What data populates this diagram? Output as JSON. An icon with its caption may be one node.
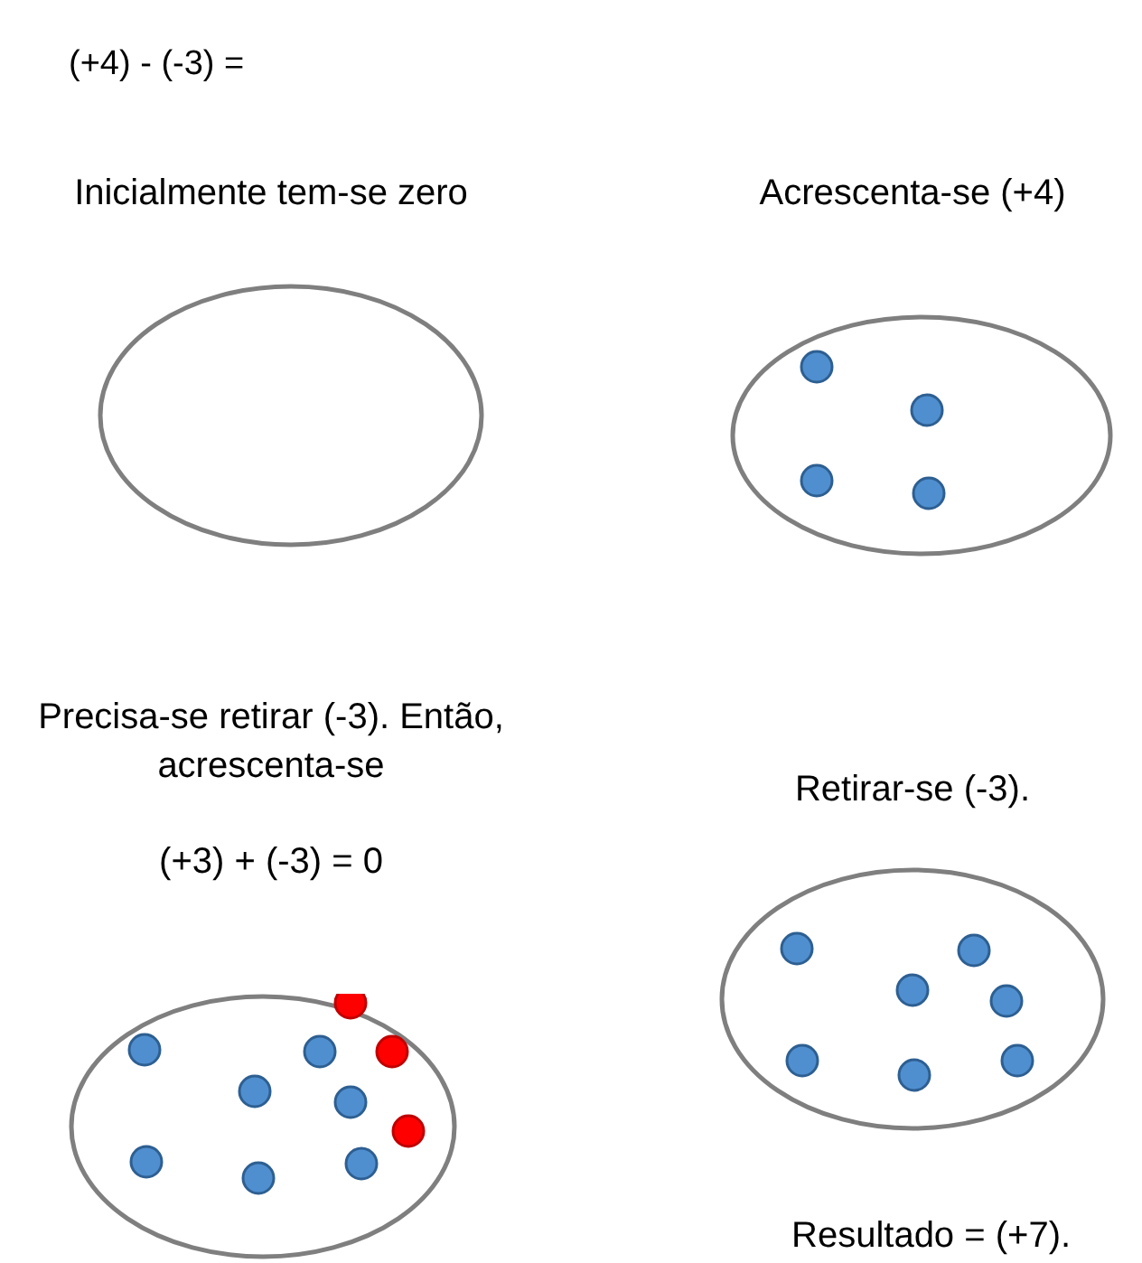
{
  "diagram": {
    "title": "(+4) - (-3) =",
    "nodes": [
      {
        "text": [
          "Inicialmente tem-se zero"
        ]
      },
      {
        "text": [
          "Acrescenta-se (+4)"
        ]
      },
      {
        "text": [
          "Precisa-se retirar (-3). Então, acrescenta-se",
          "(+3) + (-3) = 0"
        ]
      },
      {
        "text": [
          "Retirar-se (-3)."
        ],
        "beside": [
          "Resultado = (+7)."
        ]
      }
    ],
    "edges": []
  }
}
